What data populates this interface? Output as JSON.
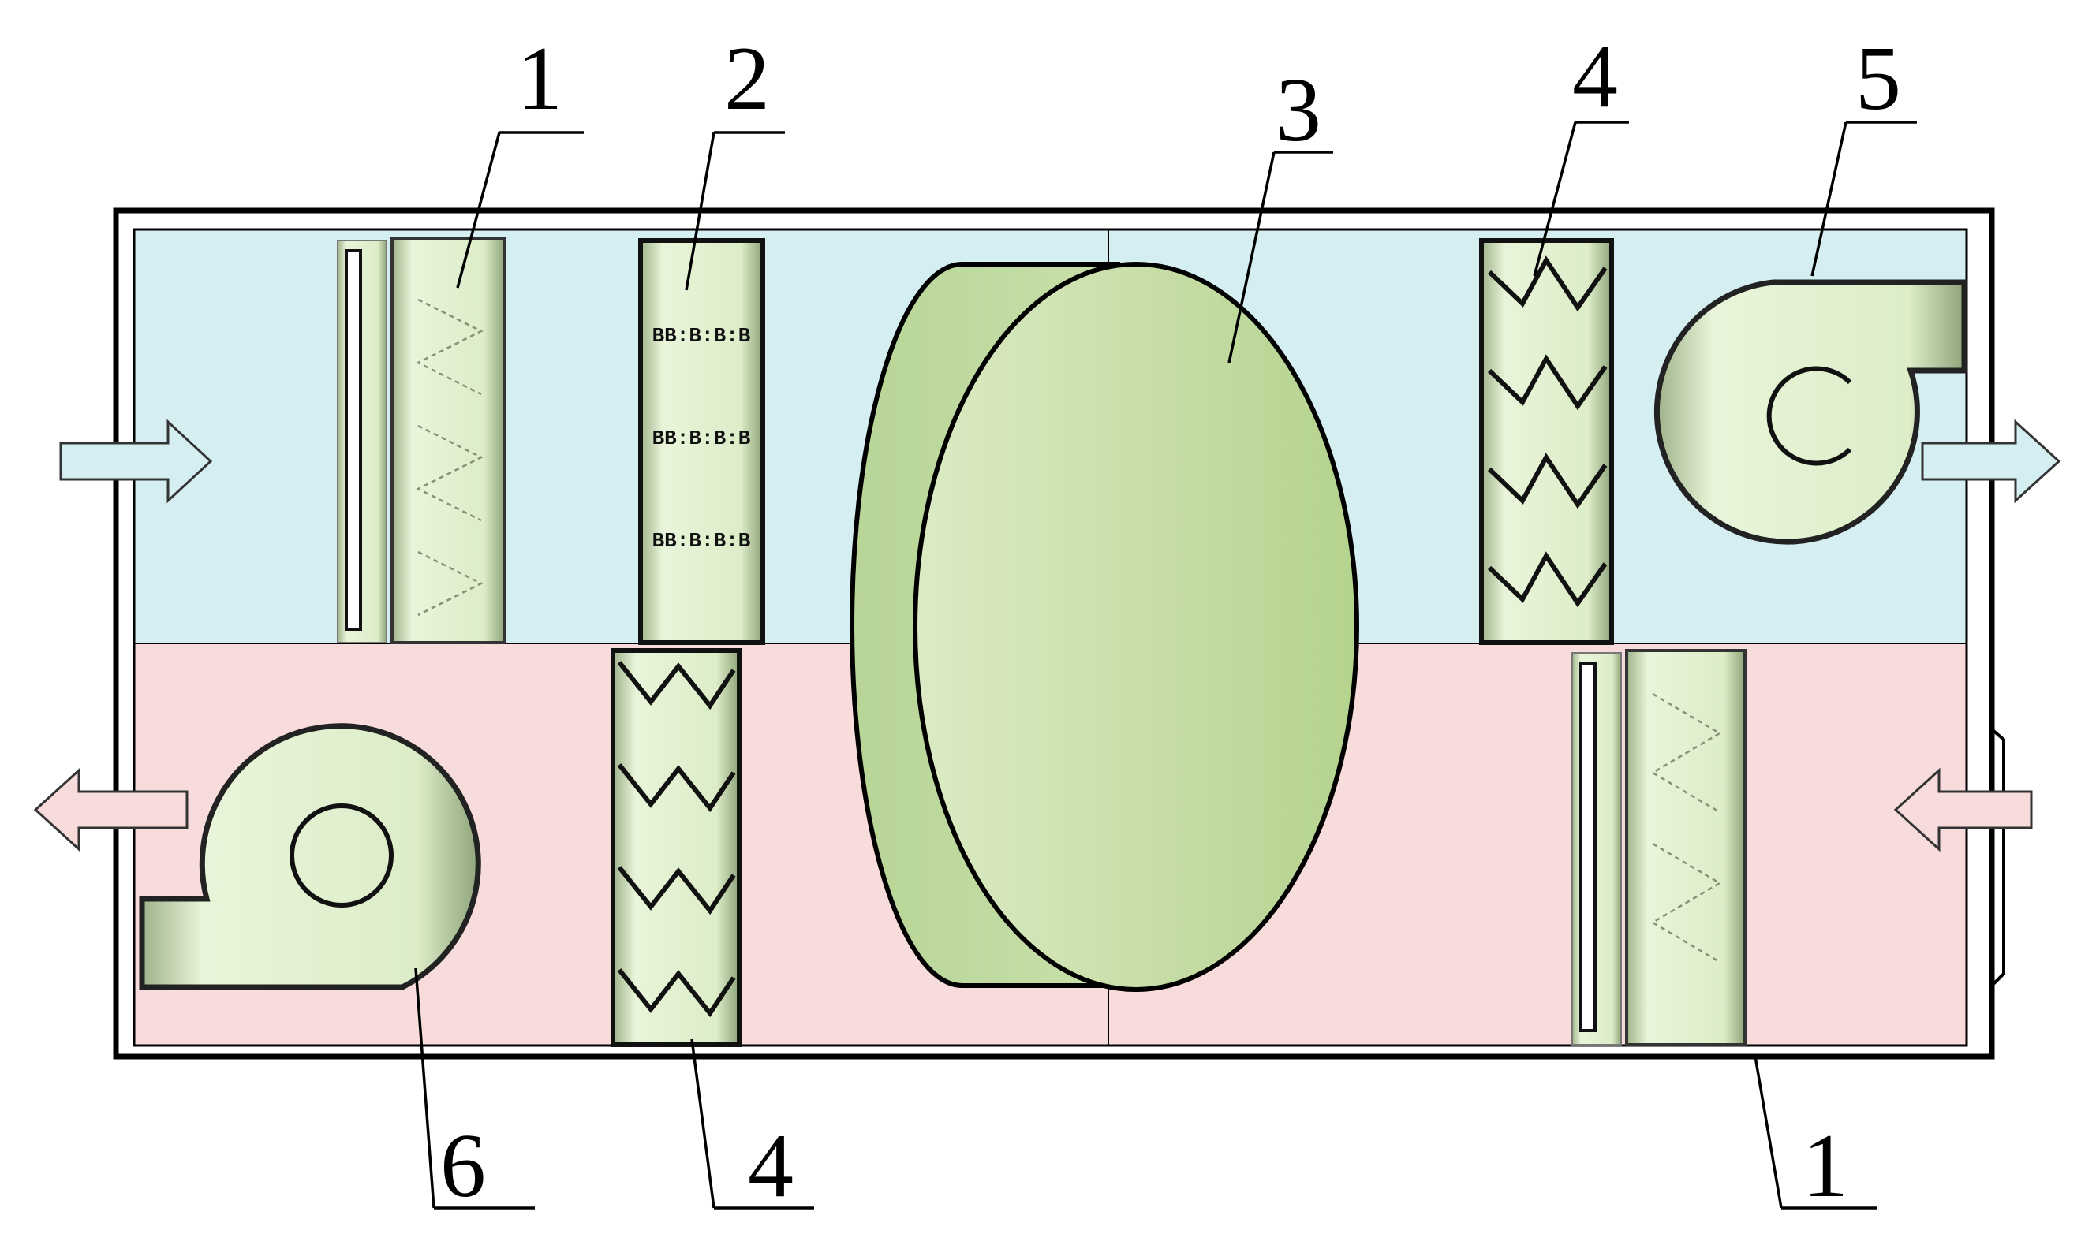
{
  "colors": {
    "supply_zone": "#d4eef2",
    "exhaust_zone": "#f8dcdc",
    "component_fill": "#dcedc8",
    "wheel_fill": "#bcd89a",
    "arrow_supply": "#d4eef2",
    "arrow_exhaust": "#f8dcdc"
  },
  "callouts": {
    "top_filter": "1",
    "top_panel2": "2",
    "wheel": "3",
    "top_coil": "4",
    "supply_fan": "5",
    "exhaust_fan": "6",
    "bottom_coil": "4",
    "bottom_filter": "1"
  },
  "icons": {
    "supply_in_arrow": "arrow-right-icon",
    "supply_out_arrow": "arrow-right-icon",
    "exhaust_out_arrow": "arrow-left-icon",
    "exhaust_in_arrow": "arrow-left-icon"
  }
}
